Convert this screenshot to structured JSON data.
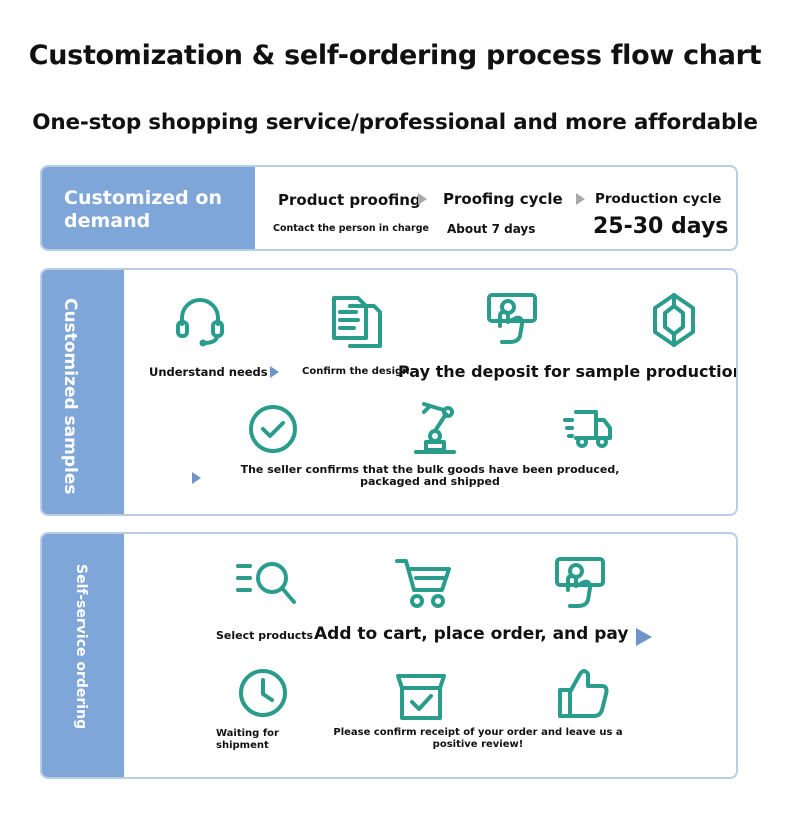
{
  "title": "Customization & self-ordering process flow chart",
  "subtitle": "One-stop shopping service/professional and more affordable",
  "colors": {
    "accent_blue": "#7ea6d8",
    "icon_teal": "#2a9c8c",
    "panel_border": "#b9cde6"
  },
  "on_demand": {
    "label": "Customized on demand",
    "steps": [
      {
        "title": "Product proofing",
        "detail": "Contact the person in charge"
      },
      {
        "title": "Proofing cycle",
        "detail": "About 7 days"
      },
      {
        "title": "Production cycle",
        "detail": "25-30 days"
      }
    ]
  },
  "samples": {
    "label": "Customized samples",
    "steps": [
      {
        "icon": "headset-icon",
        "label": "Understand needs"
      },
      {
        "icon": "document-icon",
        "label": "Confirm the design"
      },
      {
        "icon": "payment-hand-icon",
        "label": "Pay the deposit for sample production"
      },
      {
        "icon": "gem-icon",
        "label": ""
      },
      {
        "icon": "check-circle-icon",
        "label": ""
      },
      {
        "icon": "robot-arm-icon",
        "label": "The seller confirms that the bulk goods have been produced, packaged and shipped"
      },
      {
        "icon": "delivery-truck-icon",
        "label": ""
      }
    ]
  },
  "self_service": {
    "label": "Self-service ordering",
    "steps": [
      {
        "icon": "search-list-icon",
        "label": "Select products"
      },
      {
        "icon": "shopping-cart-icon",
        "label": "Add to cart, place order, and pay"
      },
      {
        "icon": "payment-hand-icon",
        "label": ""
      },
      {
        "icon": "clock-icon",
        "label": "Waiting for shipment"
      },
      {
        "icon": "package-check-icon",
        "label": "Please confirm receipt of your order and leave us a positive review!"
      },
      {
        "icon": "thumbs-up-icon",
        "label": ""
      }
    ]
  }
}
